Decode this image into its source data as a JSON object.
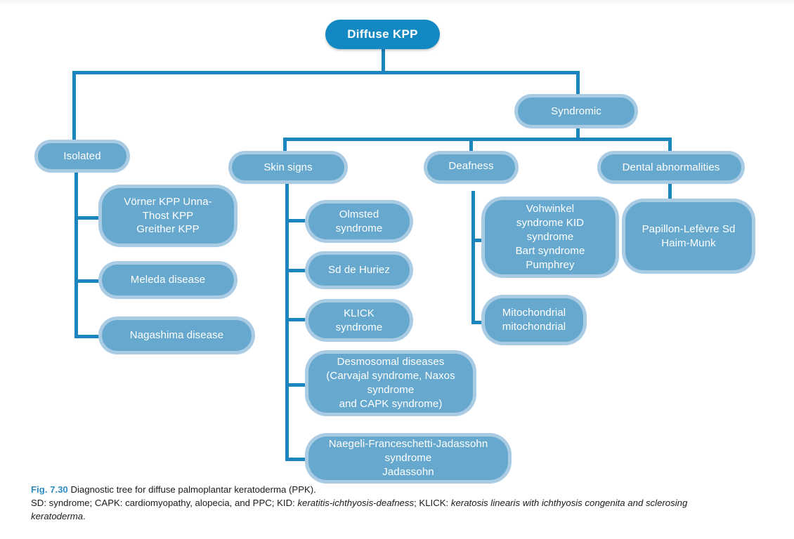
{
  "figure": {
    "number": "Fig. 7.30",
    "title": "Diagnostic tree for diffuse palmoplantar keratoderma (PPK).",
    "legend_parts": {
      "sd": "SD: syndrome; CAPK: cardiomyopathy, alopecia, and PPC; KID: ",
      "kid_italic": "keratitis-ichthyosis-deafness",
      "mid": "; KLICK: ",
      "klick_italic": "keratosis linearis with ichthyosis congenita and sclerosing keratoderma",
      "end": "."
    }
  },
  "colors": {
    "root_fill": "#1389c4",
    "node_fill": "#66a8ce",
    "node_halo": "#a9cbe3",
    "connector": "#1b86bd",
    "figno": "#2e8cc4",
    "node_text": "#ffffff"
  },
  "tree": {
    "root": {
      "label": "Diffuse KPP"
    },
    "branches": [
      {
        "key": "isolated",
        "label": "Isolated",
        "children": [
          {
            "key": "vorner",
            "label": "Vörner KPP Unna-\nThost KPP\nGreither KPP"
          },
          {
            "key": "meleda",
            "label": "Meleda disease"
          },
          {
            "key": "nagashima",
            "label": "Nagashima disease"
          }
        ]
      },
      {
        "key": "syndromic",
        "label": "Syndromic",
        "children": [
          {
            "key": "skin-signs",
            "label": "Skin signs",
            "children": [
              {
                "key": "olmsted",
                "label": "Olmsted\nsyndrome"
              },
              {
                "key": "huriez",
                "label": "Sd de Huriez"
              },
              {
                "key": "klick",
                "label": "KLICK\nsyndrome"
              },
              {
                "key": "desmosomal",
                "label": "Desmosomal diseases\n(Carvajal syndrome, Naxos syndrome\nand CAPK syndrome)"
              },
              {
                "key": "naegeli",
                "label": "Naegeli-Franceschetti-Jadassohn\nsyndrome\nJadassohn"
              }
            ]
          },
          {
            "key": "deafness",
            "label": "Deafness",
            "children": [
              {
                "key": "vohwinkel",
                "label": "Vohwinkel\nsyndrome KID\nsyndrome\nBart syndrome\nPumphrey"
              },
              {
                "key": "mitochondrial",
                "label": "Mitochondrial\nmitochondrial"
              }
            ]
          },
          {
            "key": "dental",
            "label": "Dental abnormalities",
            "children": [
              {
                "key": "papillon",
                "label": "Papillon-Lefèvre Sd\nHaim-Munk"
              }
            ]
          }
        ]
      }
    ]
  }
}
